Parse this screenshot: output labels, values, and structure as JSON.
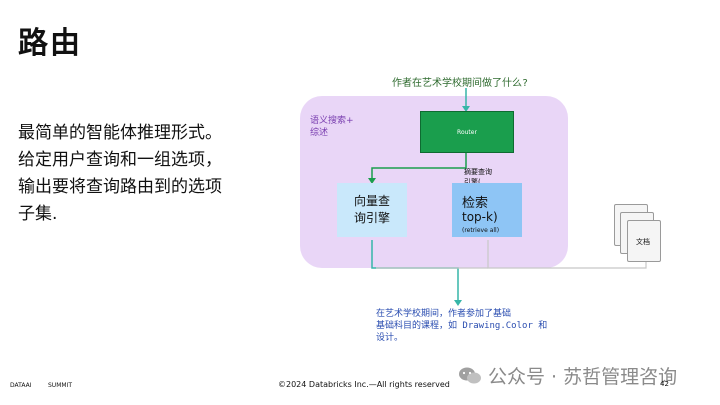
{
  "slide": {
    "title": "路由",
    "description": "最简单的智能体推理形式。\n给定用户查询和一组选项，\n输出要将查询路由到的选项\n子集."
  },
  "diagram": {
    "query": "作者在艺术学校期间做了什么?",
    "semantic_label": "语义搜索+\n综述",
    "router_label": "Router",
    "vector_engine_label": "向量查\n询引擎",
    "summary_engine_label": "摘要查询\n引擎(",
    "retrieve_title": "检索",
    "retrieve_topk": "top-k)",
    "retrieve_all": "(retrieve all)",
    "doc_label": "文档",
    "answer": "在艺术学校期间，作者参加了基础\n基础科目的课程，如 Drawing.Color 和\n设计。"
  },
  "footer": {
    "brand_a": "DATAAI",
    "brand_b": "SUMMIT",
    "copyright": "©2024  Databricks  Inc.—All  rights  reserved",
    "page_number": "42"
  },
  "watermark": {
    "text": "公众号 · 苏哲管理咨询"
  },
  "colors": {
    "panel": "#e9d6f7",
    "router": "#1a9e4d",
    "vector_engine": "#c9e8fb",
    "retrieve_engine": "#8ec5f5",
    "arrow_teal": "#36b6a8",
    "arrow_green": "#1a9e4d"
  }
}
